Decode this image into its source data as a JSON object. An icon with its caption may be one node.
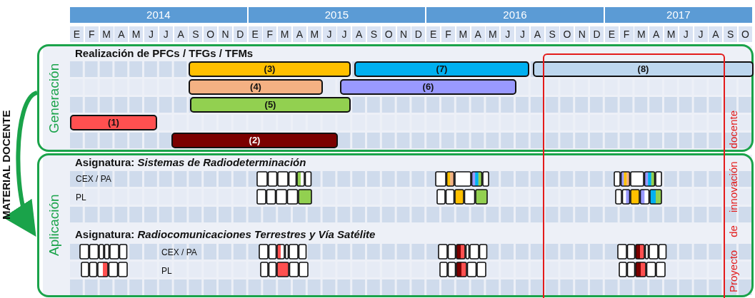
{
  "diagram": {
    "nodes": [
      {
        "text": [
          "Generación"
        ]
      },
      {
        "text": [
          "(3)"
        ],
        "in": 0
      },
      {
        "text": [
          "(7)"
        ],
        "in": 0
      },
      {
        "text": [
          "(8)"
        ],
        "in": 0
      },
      {
        "text": [
          "(4)"
        ],
        "in": 0
      },
      {
        "text": [
          "(6)"
        ],
        "in": 0
      },
      {
        "text": [
          "(5)"
        ],
        "in": 0
      },
      {
        "text": [
          "(1)"
        ],
        "in": 0
      },
      {
        "text": [
          "(2)"
        ],
        "in": 0
      },
      {
        "text": [
          "Aplicación"
        ]
      },
      {
        "text": [
          "Proyecto de innovación docente"
        ]
      }
    ],
    "edges": [
      {
        "from": 0,
        "to": 9,
        "arrow": "to",
        "label": "MATERIAL DOCENTE"
      }
    ],
    "labels": [
      "2014",
      "2015",
      "2016",
      "2017",
      "E",
      "F",
      "M",
      "A",
      "M",
      "J",
      "J",
      "A",
      "S",
      "O",
      "N",
      "D",
      "E",
      "F",
      "M",
      "A",
      "M",
      "J",
      "J",
      "A",
      "S",
      "O",
      "N",
      "D",
      "E",
      "F",
      "M",
      "A",
      "M",
      "J",
      "J",
      "A",
      "S",
      "O",
      "N",
      "D",
      "E",
      "F",
      "M",
      "A",
      "M",
      "J",
      "J",
      "A",
      "S",
      "O",
      "Realización de PFCs / TFGs / TFMs",
      "Asignatura: *Sistemas de Radiodeterminación*",
      "CEX / PA",
      "PL",
      "Asignatura: *Radiocomunicaciones Terrestres y Vía Satélite*",
      "CEX / PA",
      "PL"
    ]
  }
}
